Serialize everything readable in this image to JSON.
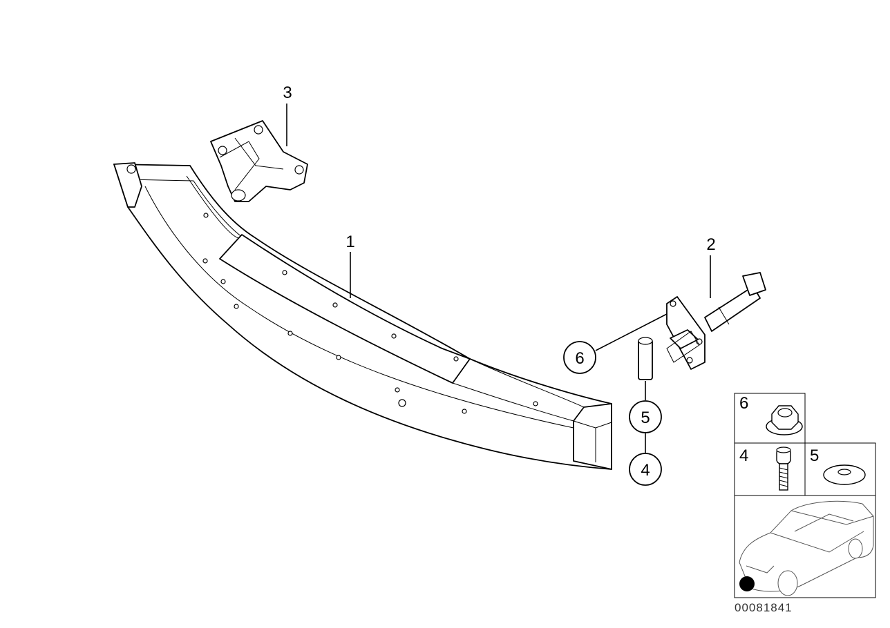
{
  "callouts": {
    "bumper_carrier": "1",
    "hitch_stem": "2",
    "bracket": "3"
  },
  "circled": {
    "nut_ref": "6",
    "washer_ref": "5",
    "bolt_ref": "4"
  },
  "legend": {
    "nut_label": "6",
    "bolt_label": "4",
    "washer_label": "5"
  },
  "diagram_number": "00081841"
}
